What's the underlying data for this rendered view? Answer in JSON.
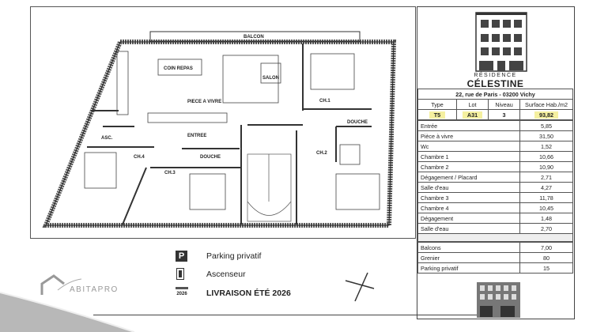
{
  "plan": {
    "rooms": {
      "balcon": "BALCON",
      "coin_repas": "COIN REPAS",
      "salon": "SALON",
      "piece_a_vivre": "PIECE A VIVRE",
      "entree": "ENTREE",
      "asc": "ASC.",
      "ch4": "CH.4",
      "douche_left": "DOUCHE",
      "ch3": "CH.3",
      "ch1": "CH.1",
      "douche_right": "DOUCHE",
      "ch2": "CH.2"
    }
  },
  "legend": {
    "items": [
      {
        "icon": "parking-icon",
        "label": "Parking privatif"
      },
      {
        "icon": "elevator-icon",
        "label": "Ascenseur"
      },
      {
        "icon": "calendar-2026-icon",
        "label": "LIVRAISON ÉTÉ 2026",
        "icon_text": "2026"
      }
    ]
  },
  "brand": {
    "logo_text": "ABITAPRO"
  },
  "residence": {
    "line1": "RÉSIDENCE",
    "line2": "CÉLESTINE",
    "address": "22, rue de Paris - 03200 Vichy"
  },
  "summary": {
    "headers": [
      "Type",
      "Lot",
      "Niveau",
      "Surface Hab./m2"
    ],
    "values": [
      "T5",
      "A31",
      "3",
      "93,82"
    ]
  },
  "rooms_table": [
    {
      "name": "Entrée",
      "area": "5,85"
    },
    {
      "name": "Pièce à vivre",
      "area": "31,50"
    },
    {
      "name": "Wc",
      "area": "1,52"
    },
    {
      "name": "Chambre 1",
      "area": "10,66"
    },
    {
      "name": "Chambre 2",
      "area": "10,90"
    },
    {
      "name": "Dégagement / Placard",
      "area": "2,71"
    },
    {
      "name": "Salle d'eau",
      "area": "4,27"
    },
    {
      "name": "Chambre 3",
      "area": "11,78"
    },
    {
      "name": "Chambre 4",
      "area": "10,45"
    },
    {
      "name": "Dégagement",
      "area": "1,48"
    },
    {
      "name": "Salle d'eau",
      "area": "2,70"
    }
  ],
  "extras_table": [
    {
      "name": "Balcons",
      "area": "7,00"
    },
    {
      "name": "Grenier",
      "area": "80"
    },
    {
      "name": "Parking privatif",
      "area": "15"
    }
  ],
  "colors": {
    "highlight": "#f5f0a0",
    "page_curl": "#b8b8b8"
  }
}
